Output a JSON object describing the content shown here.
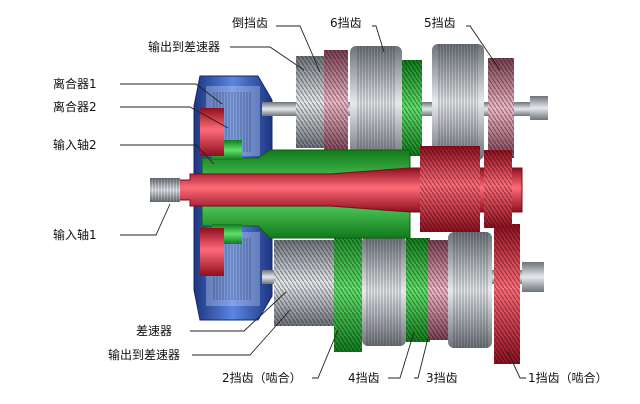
{
  "colors": {
    "housing_blue": "#3a5fb8",
    "shaft_red": "#e0243a",
    "gear_green": "#2fbf3a",
    "gear_gray": "#9aa0a6",
    "gear_pink": "#d98aa0",
    "leader": "#222222"
  },
  "labels": {
    "reverse_gear": "倒挡齿",
    "sixth_gear": "6挡齿",
    "fifth_gear": "5挡齿",
    "output_to_diff_top": "输出到差速器",
    "clutch_1": "离合器1",
    "clutch_2": "离合器2",
    "input_shaft_2": "输入轴2",
    "input_shaft_1": "输入轴1",
    "differential": "差速器",
    "output_to_diff_bottom": "输出到差速器",
    "second_gear": "2挡齿（啮合）",
    "fourth_gear": "4挡齿",
    "third_gear": "3挡齿",
    "first_gear": "1挡齿（啮合）"
  }
}
